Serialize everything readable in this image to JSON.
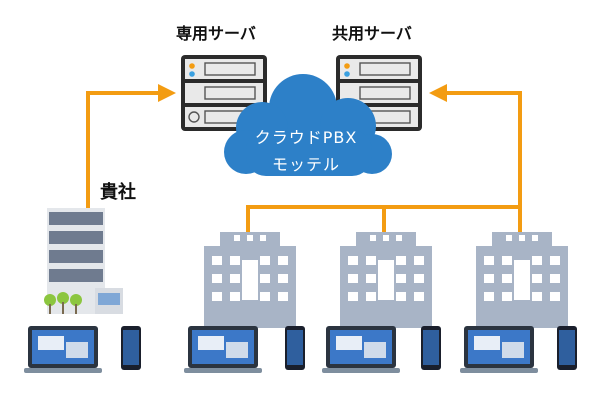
{
  "servers": {
    "dedicated_label": "専用サーバ",
    "shared_label": "共用サーバ"
  },
  "cloud": {
    "line1": "クラウドPBX",
    "line2": "モッテル"
  },
  "headquarters": {
    "label": "貴社"
  },
  "colors": {
    "connector": "#f39c12",
    "cloud": "#2d80c8",
    "server_body": "#e9e9e9",
    "server_frame": "#2b2b2b",
    "building": "#a8b4c6",
    "building_window": "#ffffff",
    "laptop": "#7e8e9e",
    "phone": "#1a1f2c",
    "tree": "#8cc63f"
  }
}
